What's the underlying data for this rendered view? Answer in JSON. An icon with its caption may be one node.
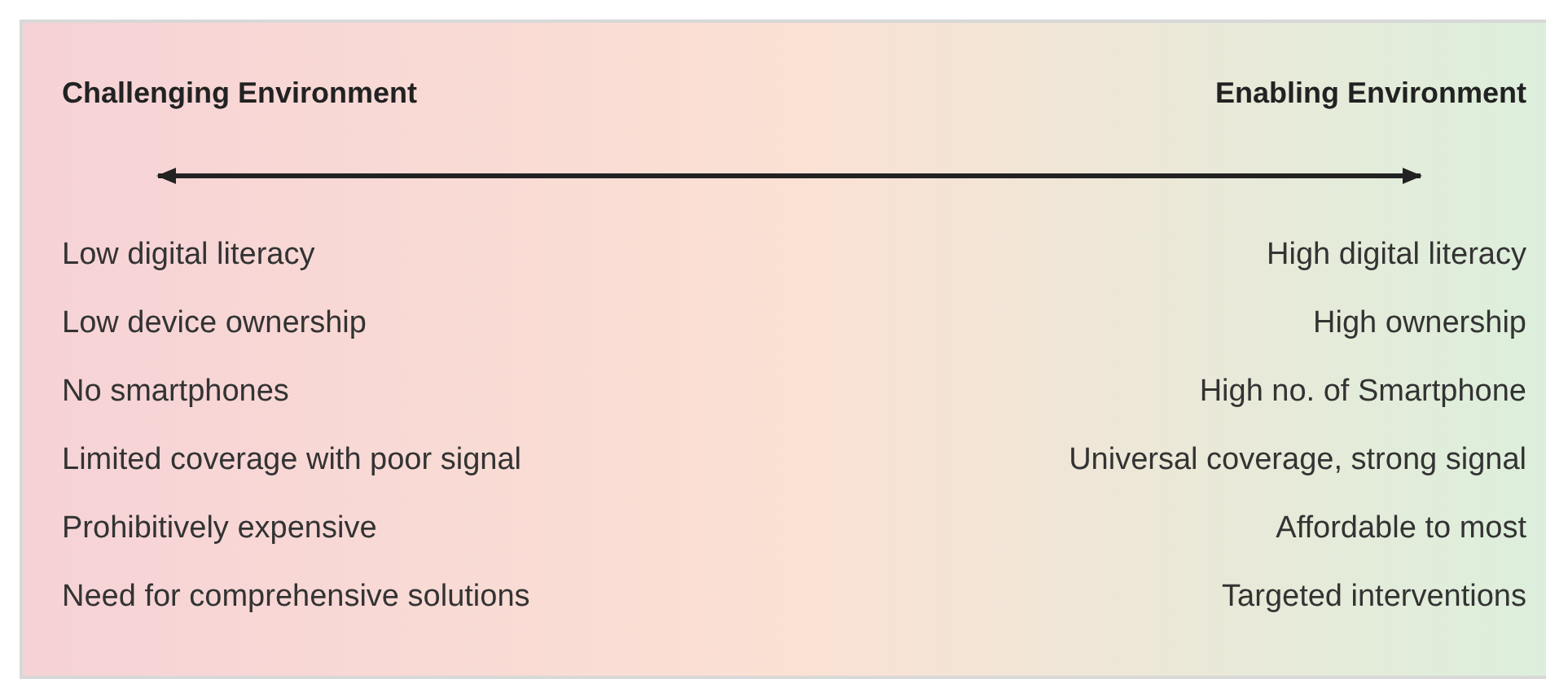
{
  "diagram": {
    "labels": [
      "Challenging Environment",
      "Enabling Environment",
      "Low digital literacy",
      "High digital literacy",
      "Low device ownership",
      "High ownership",
      "No smartphones",
      "High no. of Smartphone",
      "Limited coverage with poor signal",
      "Universal coverage, strong signal",
      "Prohibitively expensive",
      "Affordable to most",
      "Need for comprehensive solutions",
      "Targeted interventions"
    ]
  }
}
